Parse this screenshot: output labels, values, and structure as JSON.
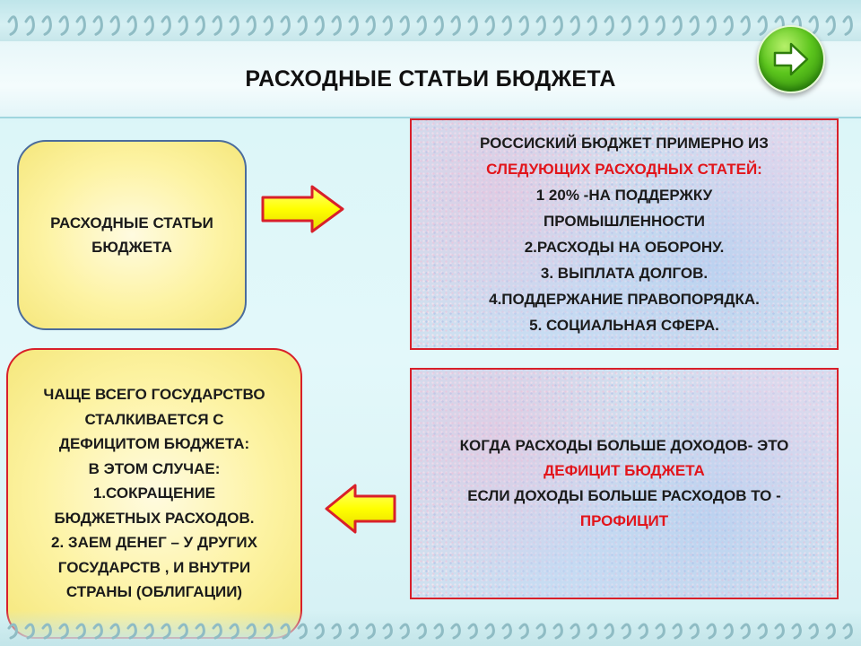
{
  "title": "РАСХОДНЫЕ СТАТЬИ  БЮДЖЕТА",
  "main_box": {
    "lines": [
      "РАСХОДНЫЕ СТАТЬИ",
      "БЮДЖЕТА"
    ]
  },
  "budget_items_box": {
    "intro_line": "РОССИСКИЙ  БЮДЖЕТ  ПРИМЕРНО ИЗ",
    "highlight_line": "СЛЕДУЮЩИХ РАСХОДНЫХ СТАТЕЙ:",
    "items": [
      "1 20%  -НА  ПОДДЕРЖКУ",
      "ПРОМЫШЛЕННОСТИ",
      "2.РАСХОДЫ НА ОБОРОНУ.",
      "3. ВЫПЛАТА ДОЛГОВ.",
      "4.ПОДДЕРЖАНИЕ   ПРАВОПОРЯДКА.",
      "5. СОЦИАЛЬНАЯ СФЕРА."
    ]
  },
  "deficit_box": {
    "line1": "КОГДА  РАСХОДЫ БОЛЬШЕ  ДОХОДОВ- ЭТО",
    "term1": "ДЕФИЦИТ БЮДЖЕТА",
    "line2": "ЕСЛИ ДОХОДЫ БОЛЬШЕ  РАСХОДОВ  ТО -",
    "term2": "ПРОФИЦИТ"
  },
  "solutions_box": {
    "lines": [
      "ЧАЩЕ ВСЕГО ГОСУДАРСТВО",
      "СТАЛКИВАЕТСЯ  С",
      "ДЕФИЦИТОМ БЮДЖЕТА:",
      "В ЭТОМ СЛУЧАЕ:",
      "1.СОКРАЩЕНИЕ",
      "БЮДЖЕТНЫХ  РАСХОДОВ.",
      "2. ЗАЕМ ДЕНЕГ – У ДРУГИХ",
      "ГОСУДАРСТВ , И ВНУТРИ",
      "СТРАНЫ (ОБЛИГАЦИИ)"
    ]
  },
  "colors": {
    "accent_red": "#e2151b",
    "box_yellow": "#fdf3a3",
    "arrow_yellow": "#ffff00",
    "arrow_outline": "#d8202a",
    "next_button_green": "#5cc51d"
  },
  "icons": {
    "next_button": "arrow-right-icon",
    "arrow_to_items": "yellow-arrow-right-icon",
    "arrow_to_solutions": "yellow-arrow-left-icon"
  }
}
